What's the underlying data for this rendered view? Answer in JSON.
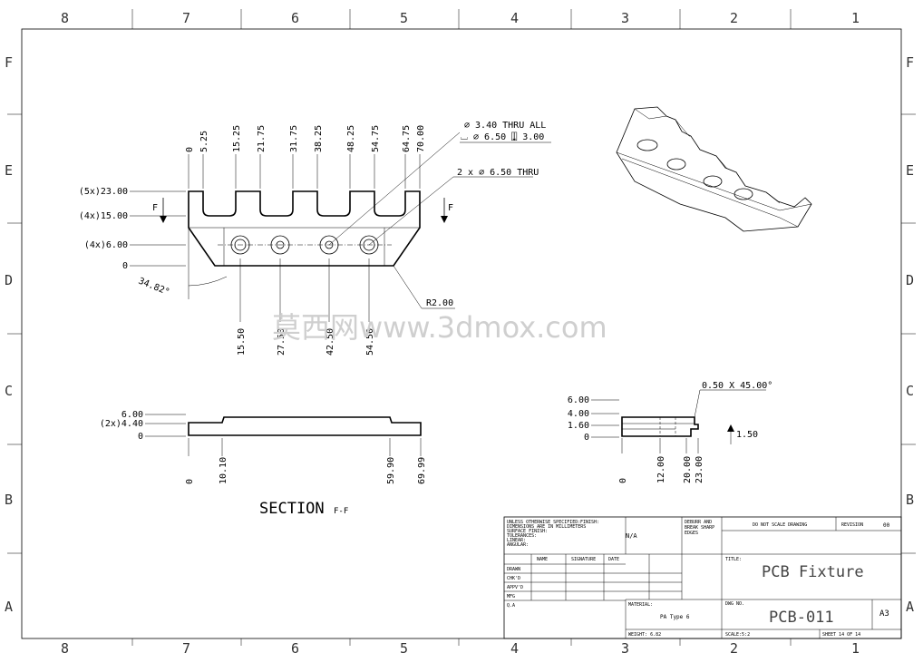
{
  "grid": {
    "columns": [
      "8",
      "7",
      "6",
      "5",
      "4",
      "3",
      "2",
      "1"
    ],
    "rows": [
      "F",
      "E",
      "D",
      "C",
      "B",
      "A"
    ]
  },
  "front_view": {
    "top_dims": [
      "0",
      "5.25",
      "15.25",
      "21.75",
      "31.75",
      "38.25",
      "48.25",
      "54.75",
      "64.75",
      "70.00"
    ],
    "left_dims": [
      "(5x)23.00",
      "(4x)15.00",
      "(4x)6.00",
      "0"
    ],
    "bottom_dims": [
      "15.50",
      "27.50",
      "42.50",
      "54.50"
    ],
    "angle": "34.82°",
    "radius": "R2.00",
    "section_mark": "F",
    "hole_note_1": "⌀  3.40 THRU ALL",
    "hole_note_2": "⌴ ⌀  6.50 ⍗ 3.00",
    "hole_note_3": "2 x ⌀  6.50 THRU"
  },
  "section_view": {
    "left_dims": [
      "6.00",
      "(2x)4.40",
      "0"
    ],
    "bottom_dims": [
      "0",
      "10.10",
      "59.90",
      "69.99"
    ],
    "label": "SECTION",
    "label_suffix": "F-F"
  },
  "side_view": {
    "chamfer": "0.50 X 45.00°",
    "left_dims": [
      "6.00",
      "4.00",
      "1.60",
      "0"
    ],
    "bottom_dims": [
      "0",
      "12.00",
      "20.00",
      "23.00"
    ],
    "right_dim": "1.50"
  },
  "watermark": "莫西网www.3dmox.com",
  "title_block": {
    "notes": [
      "UNLESS OTHERWISE SPECIFIED:",
      "DIMENSIONS ARE IN MILLIMETERS",
      "SURFACE FINISH:",
      "TOLERANCES:",
      "  LINEAR:",
      "  ANGULAR:"
    ],
    "finish_label": "FINISH:",
    "finish_value": "N/A",
    "deburr": [
      "DEBURR AND",
      "BREAK SHARP",
      "EDGES"
    ],
    "do_not_scale": "DO NOT SCALE DRAWING",
    "revision_label": "REVISION",
    "revision_value": "00",
    "col_headers": [
      "NAME",
      "SIGNATURE",
      "DATE"
    ],
    "row_labels": [
      "DRAWN",
      "CHK'D",
      "APPV'D",
      "MFG",
      "Q.A"
    ],
    "title_label": "TITLE:",
    "title": "PCB Fixture",
    "material_label": "MATERIAL:",
    "material": "PA Type 6",
    "dwg_label": "DWG NO.",
    "dwg_no": "PCB-011",
    "size": "A3",
    "weight": "WEIGHT: 6.82",
    "scale": "SCALE:5:2",
    "sheet": "SHEET 14 OF 14"
  }
}
